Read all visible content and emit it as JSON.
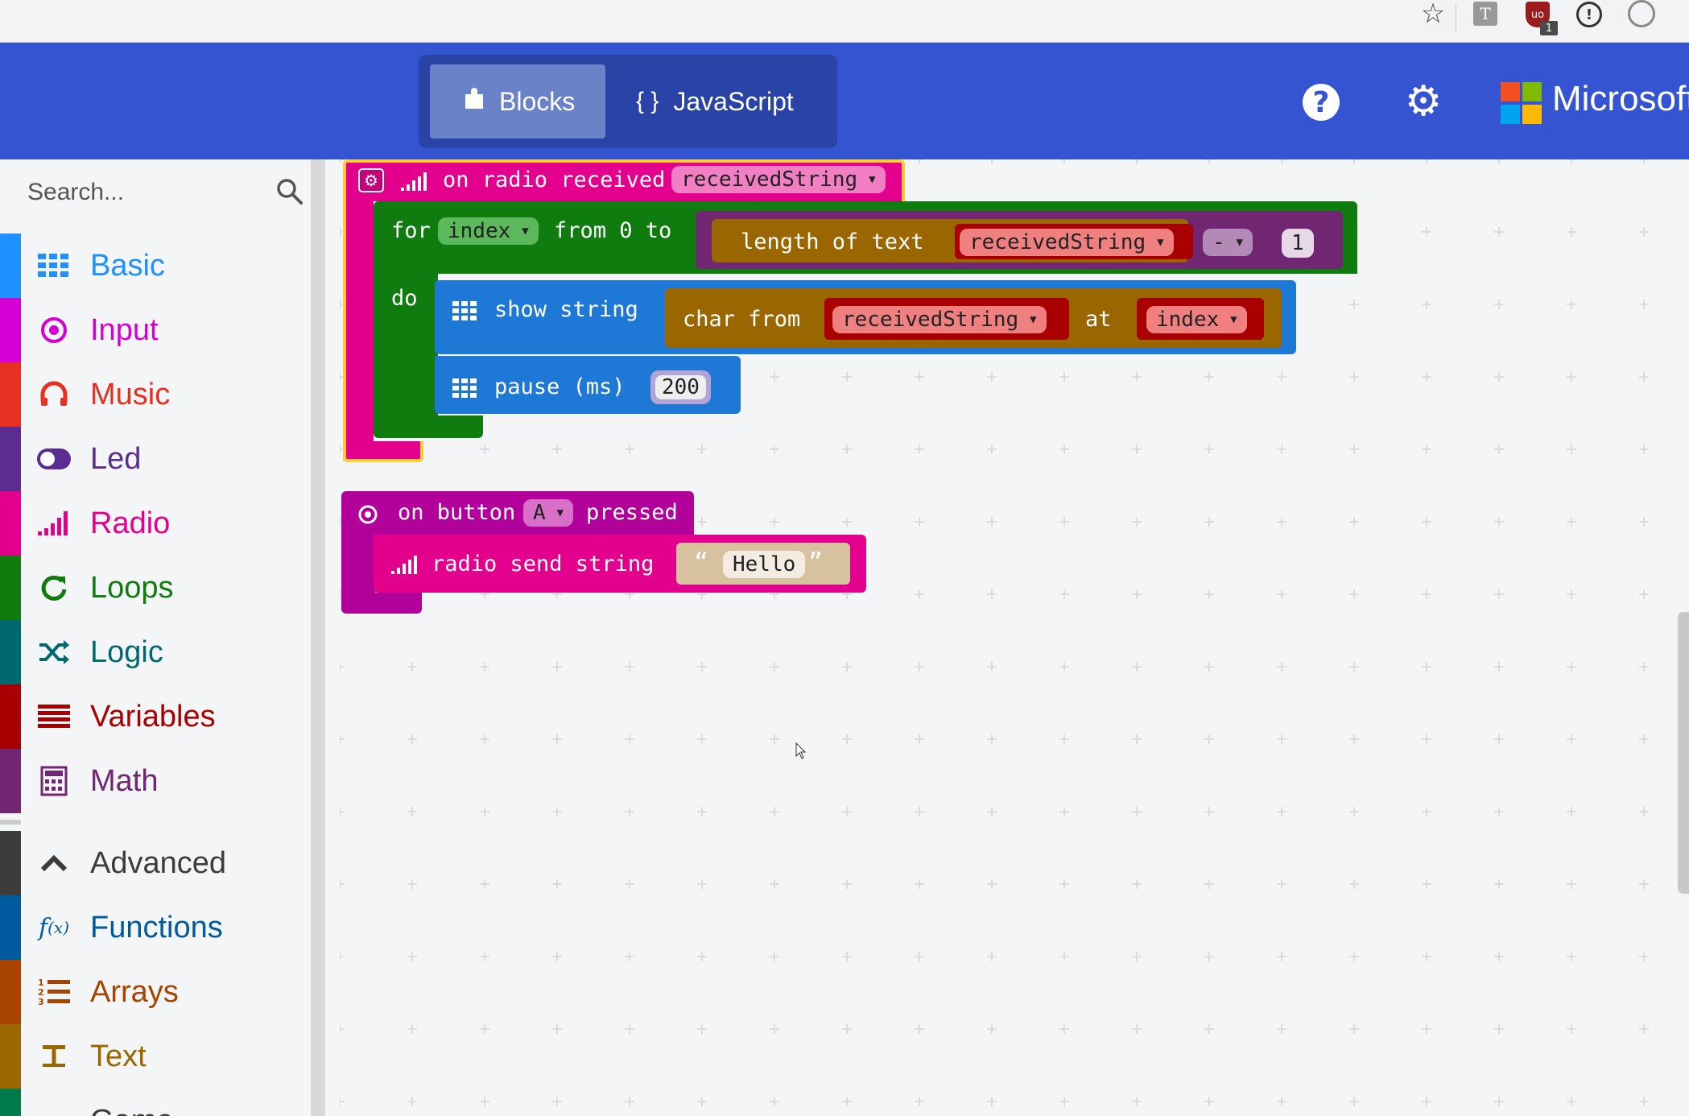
{
  "header": {
    "tabs": [
      {
        "label": "Blocks",
        "active": true
      },
      {
        "label": "JavaScript",
        "active": false
      }
    ],
    "brand": "Microsoft"
  },
  "sidebar": {
    "search_placeholder": "Search...",
    "categories": [
      {
        "label": "Basic",
        "color": "#1e90ff",
        "icon": "grid-icon"
      },
      {
        "label": "Input",
        "color": "#d400d4",
        "icon": "target-icon"
      },
      {
        "label": "Music",
        "color": "#e63022",
        "icon": "headphones-icon"
      },
      {
        "label": "Led",
        "color": "#5c2d91",
        "icon": "toggle-icon"
      },
      {
        "label": "Radio",
        "color": "#e3008c",
        "icon": "signal-icon"
      },
      {
        "label": "Loops",
        "color": "#107c10",
        "icon": "refresh-icon"
      },
      {
        "label": "Logic",
        "color": "#006970",
        "icon": "shuffle-icon"
      },
      {
        "label": "Variables",
        "color": "#a80000",
        "icon": "list-icon"
      },
      {
        "label": "Math",
        "color": "#712672",
        "icon": "calculator-icon"
      },
      {
        "label": "Advanced",
        "color": "#3c3c3c",
        "icon": "chevron-up-icon"
      },
      {
        "label": "Functions",
        "color": "#005a9e",
        "icon": "function-icon"
      },
      {
        "label": "Arrays",
        "color": "#a94400",
        "icon": "numbered-list-icon"
      },
      {
        "label": "Text",
        "color": "#996600",
        "icon": "text-icon"
      },
      {
        "label": "Game",
        "color": "#007a4b",
        "icon": "game-icon"
      }
    ]
  },
  "blocks": {
    "radio_event": {
      "label": "on radio received",
      "param": "receivedString",
      "for_label": "for",
      "for_var": "index",
      "from_label": "from 0 to",
      "length_label": "length of text",
      "length_arg": "receivedString",
      "op": "-",
      "op_value": "1",
      "do_label": "do",
      "show_label": "show string",
      "char_label": "char from",
      "char_arg": "receivedString",
      "at_label": "at",
      "at_arg": "index",
      "pause_label": "pause (ms)",
      "pause_value": "200"
    },
    "button_event": {
      "on_label": "on button",
      "button": "A",
      "pressed_label": "pressed",
      "send_label": "radio send string",
      "send_value": "Hello"
    }
  }
}
